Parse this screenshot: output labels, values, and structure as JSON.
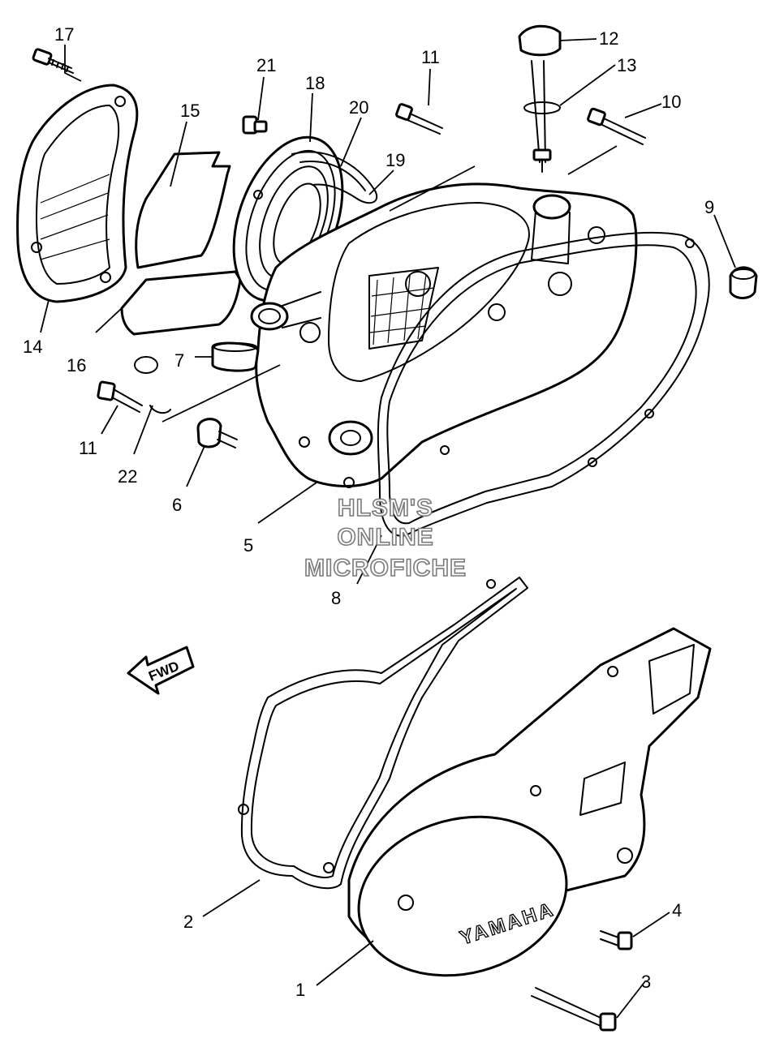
{
  "watermark": {
    "line1": "HLSM'S",
    "line2": "ONLINE",
    "line3": "MICROFICHE"
  },
  "direction_label": "FWD",
  "brand_text": "YAMAHA",
  "callouts": {
    "p1": "1",
    "p2": "2",
    "p3": "3",
    "p4": "4",
    "p5": "5",
    "p6": "6",
    "p7": "7",
    "p8": "8",
    "p9": "9",
    "p10": "10",
    "p11a": "11",
    "p11b": "11",
    "p12": "12",
    "p13": "13",
    "p14": "14",
    "p15": "15",
    "p16": "16",
    "p17": "17",
    "p18": "18",
    "p19": "19",
    "p20": "20",
    "p21": "21",
    "p22": "22"
  },
  "colors": {
    "line": "#000000",
    "background": "#ffffff",
    "watermark_outline": "#7a7a7a"
  }
}
